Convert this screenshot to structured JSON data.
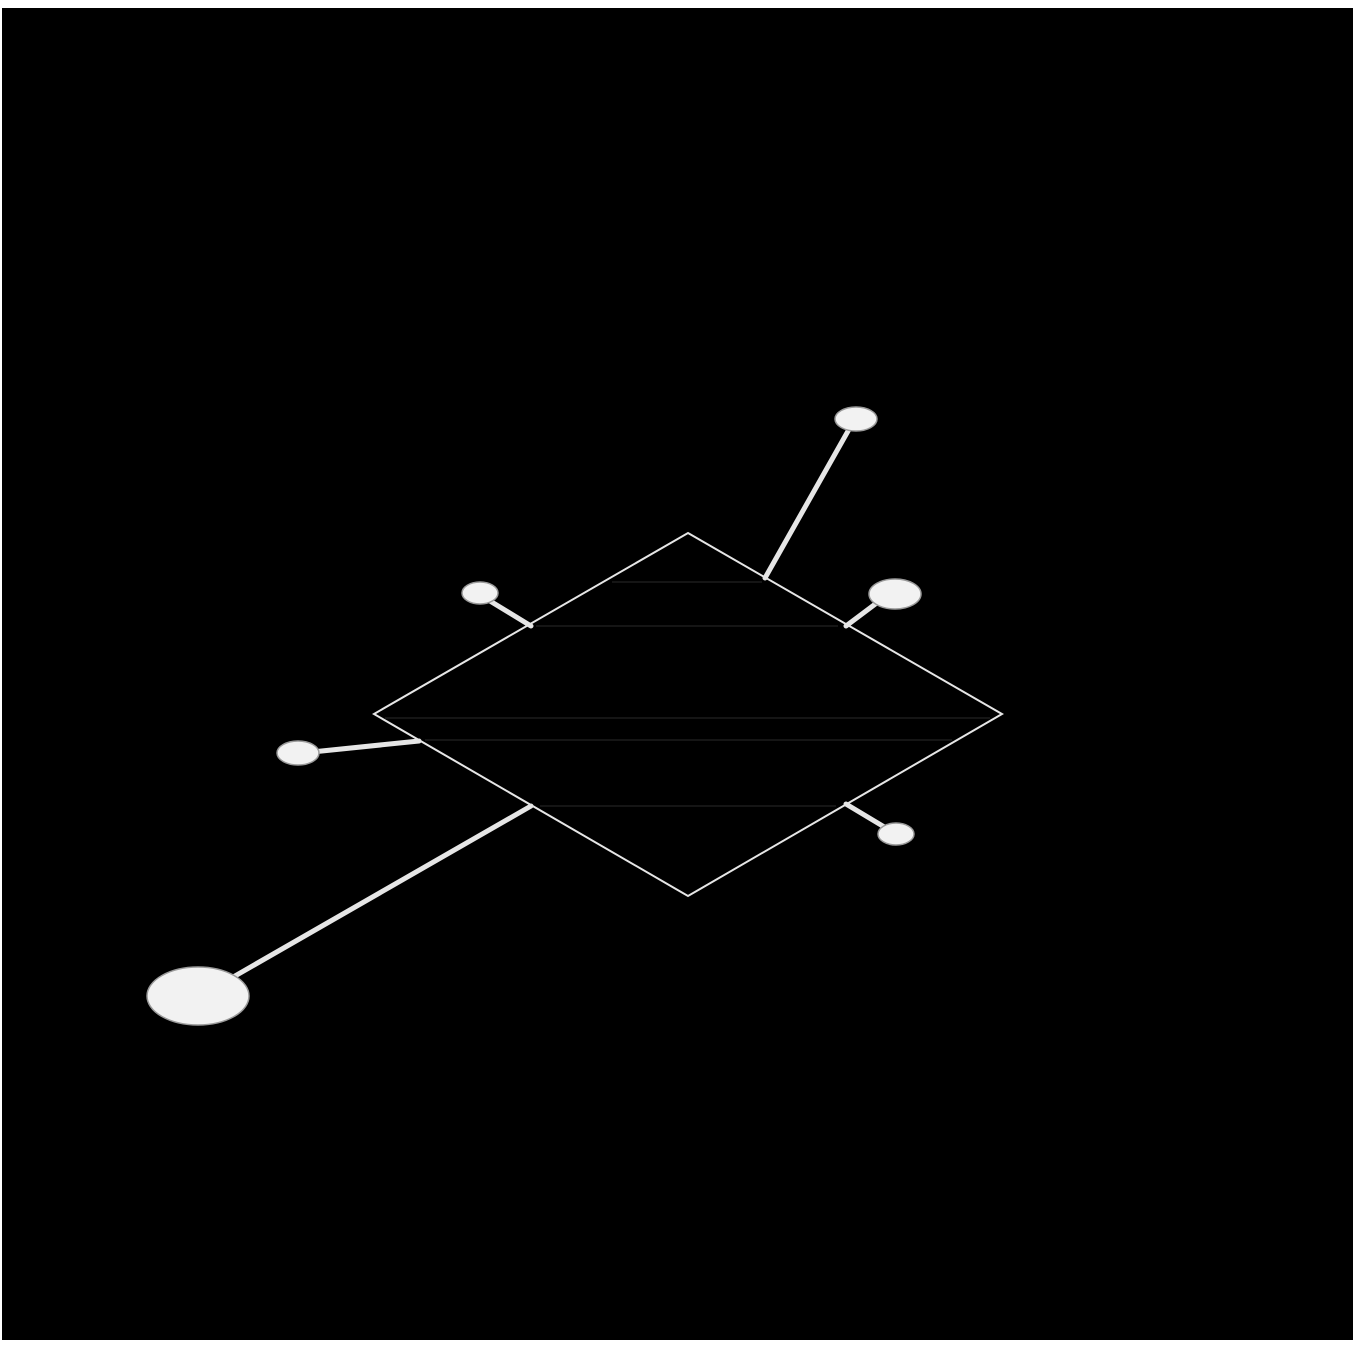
{
  "scene": {
    "background_color": "#000000",
    "frame_color": "#ffffff",
    "stroke_color": "#e6e6e6",
    "node_fill_color": "#f2f2f2",
    "node_edge_color": "#9a9a9a",
    "scanline_color": "#1c1c1c",
    "elements": [
      "isometric-diamond-platform",
      "spoke-north-east",
      "spoke-east",
      "spoke-north-west",
      "spoke-west",
      "spoke-south-west",
      "spoke-south-east"
    ]
  }
}
